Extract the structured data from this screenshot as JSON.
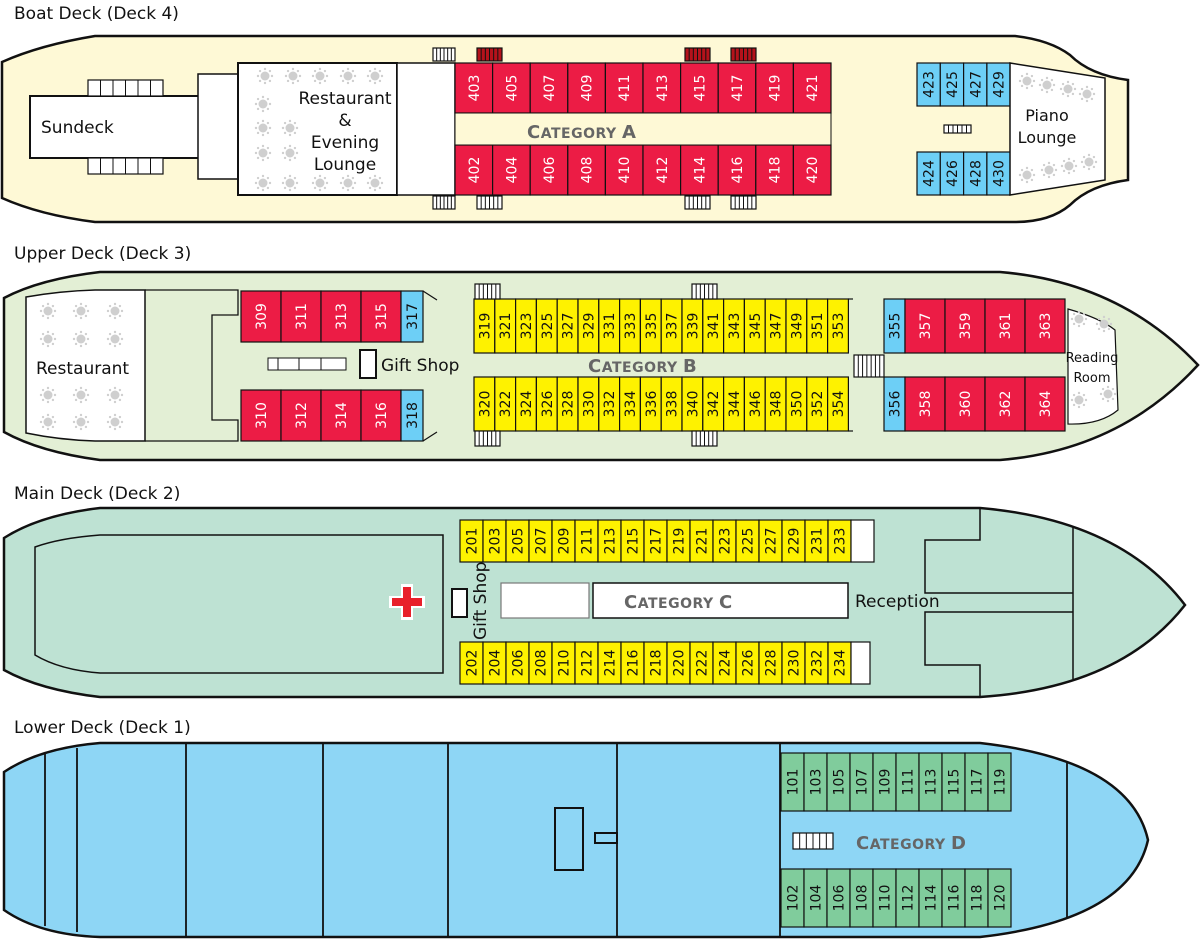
{
  "colors": {
    "deck4_bg": "#fef9d6",
    "deck3_bg": "#e3efd5",
    "deck2_bg": "#bee2d3",
    "deck1_bg": "#8ed6f5",
    "cat_a": "#ec1c45",
    "cat_b": "#fef200",
    "cat_c": "#fef200",
    "cat_d": "#80cc9c",
    "suite_blue": "#6dcff6",
    "category_text": "#666666",
    "stairs_red": "#b5121b",
    "medical": "#e8202a"
  },
  "decks": [
    {
      "title": "Boat Deck (Deck 4)",
      "areas": {
        "sundeck": "Sundeck",
        "restaurant": "Restaurant\n&\nEvening\nLounge",
        "piano": "Piano\nLounge"
      },
      "restaurant_lines": [
        "Restaurant",
        "&",
        "Evening",
        "Lounge"
      ],
      "piano_lines": [
        "Piano",
        "Lounge"
      ],
      "category": "Category A",
      "top_red": [
        "403",
        "405",
        "407",
        "409",
        "411",
        "413",
        "415",
        "417",
        "419",
        "421"
      ],
      "bottom_red": [
        "402",
        "404",
        "406",
        "408",
        "410",
        "412",
        "414",
        "416",
        "418",
        "420"
      ],
      "top_blue": [
        "423",
        "425",
        "427",
        "429"
      ],
      "bottom_blue": [
        "424",
        "426",
        "428",
        "430"
      ]
    },
    {
      "title": "Upper Deck (Deck 3)",
      "restaurant": "Restaurant",
      "gift_shop": "Gift Shop",
      "reading_lines": [
        "Reading",
        "Room"
      ],
      "category": "Category B",
      "aft_top_red": [
        "309",
        "311",
        "313",
        "315"
      ],
      "aft_top_blue": [
        "317"
      ],
      "aft_bottom_red": [
        "310",
        "312",
        "314",
        "316"
      ],
      "aft_bottom_blue": [
        "318"
      ],
      "top_yellow": [
        "319",
        "321",
        "323",
        "325",
        "327",
        "329",
        "331",
        "333",
        "335",
        "337",
        "339",
        "341",
        "343",
        "345",
        "347",
        "349",
        "351",
        "353"
      ],
      "bottom_yellow": [
        "320",
        "322",
        "324",
        "326",
        "328",
        "330",
        "332",
        "334",
        "336",
        "338",
        "340",
        "342",
        "344",
        "346",
        "348",
        "350",
        "352",
        "354"
      ],
      "fwd_top_blue": [
        "355"
      ],
      "fwd_top_red": [
        "357",
        "359",
        "361",
        "363"
      ],
      "fwd_bottom_blue": [
        "356"
      ],
      "fwd_bottom_red": [
        "358",
        "360",
        "362",
        "364"
      ]
    },
    {
      "title": "Main Deck (Deck 2)",
      "gift_shop": "Gift Shop",
      "reception": "Reception",
      "category": "Category C",
      "top_yellow": [
        "201",
        "203",
        "205",
        "207",
        "209",
        "211",
        "213",
        "215",
        "217",
        "219",
        "221",
        "223",
        "225",
        "227",
        "229",
        "231",
        "233"
      ],
      "bottom_yellow": [
        "202",
        "204",
        "206",
        "208",
        "210",
        "212",
        "214",
        "216",
        "218",
        "220",
        "222",
        "224",
        "226",
        "228",
        "230",
        "232",
        "234"
      ]
    },
    {
      "title": "Lower Deck (Deck 1)",
      "category": "Category D",
      "top_green": [
        "101",
        "103",
        "105",
        "107",
        "109",
        "111",
        "113",
        "115",
        "117",
        "119"
      ],
      "bottom_green": [
        "102",
        "104",
        "106",
        "108",
        "110",
        "112",
        "114",
        "116",
        "118",
        "120"
      ]
    }
  ]
}
